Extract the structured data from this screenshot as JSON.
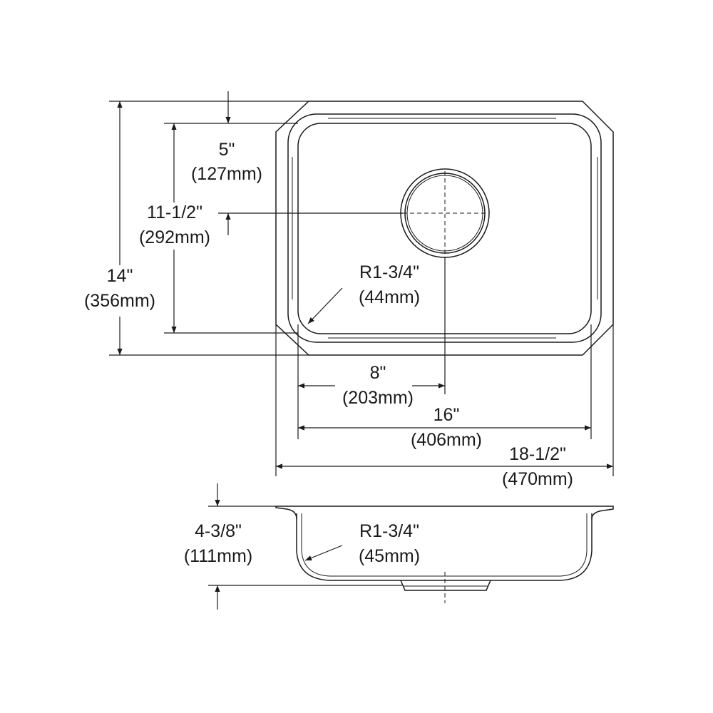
{
  "colors": {
    "line": "#1a1a1a",
    "background": "#ffffff"
  },
  "top_view": {
    "dim_5in": {
      "imperial": "5\"",
      "metric": "(127mm)"
    },
    "dim_11_5in": {
      "imperial": "11-1/2\"",
      "metric": "(292mm)"
    },
    "dim_14in": {
      "imperial": "14\"",
      "metric": "(356mm)"
    },
    "radius_top": {
      "imperial": "R1-3/4\"",
      "metric": "(44mm)"
    },
    "dim_8in": {
      "imperial": "8\"",
      "metric": "(203mm)"
    },
    "dim_16in": {
      "imperial": "16\"",
      "metric": "(406mm)"
    },
    "dim_18_5in": {
      "imperial": "18-1/2\"",
      "metric": "(470mm)"
    }
  },
  "side_view": {
    "dim_depth": {
      "imperial": "4-3/8\"",
      "metric": "(111mm)"
    },
    "radius_side": {
      "imperial": "R1-3/4\"",
      "metric": "(45mm)"
    }
  }
}
